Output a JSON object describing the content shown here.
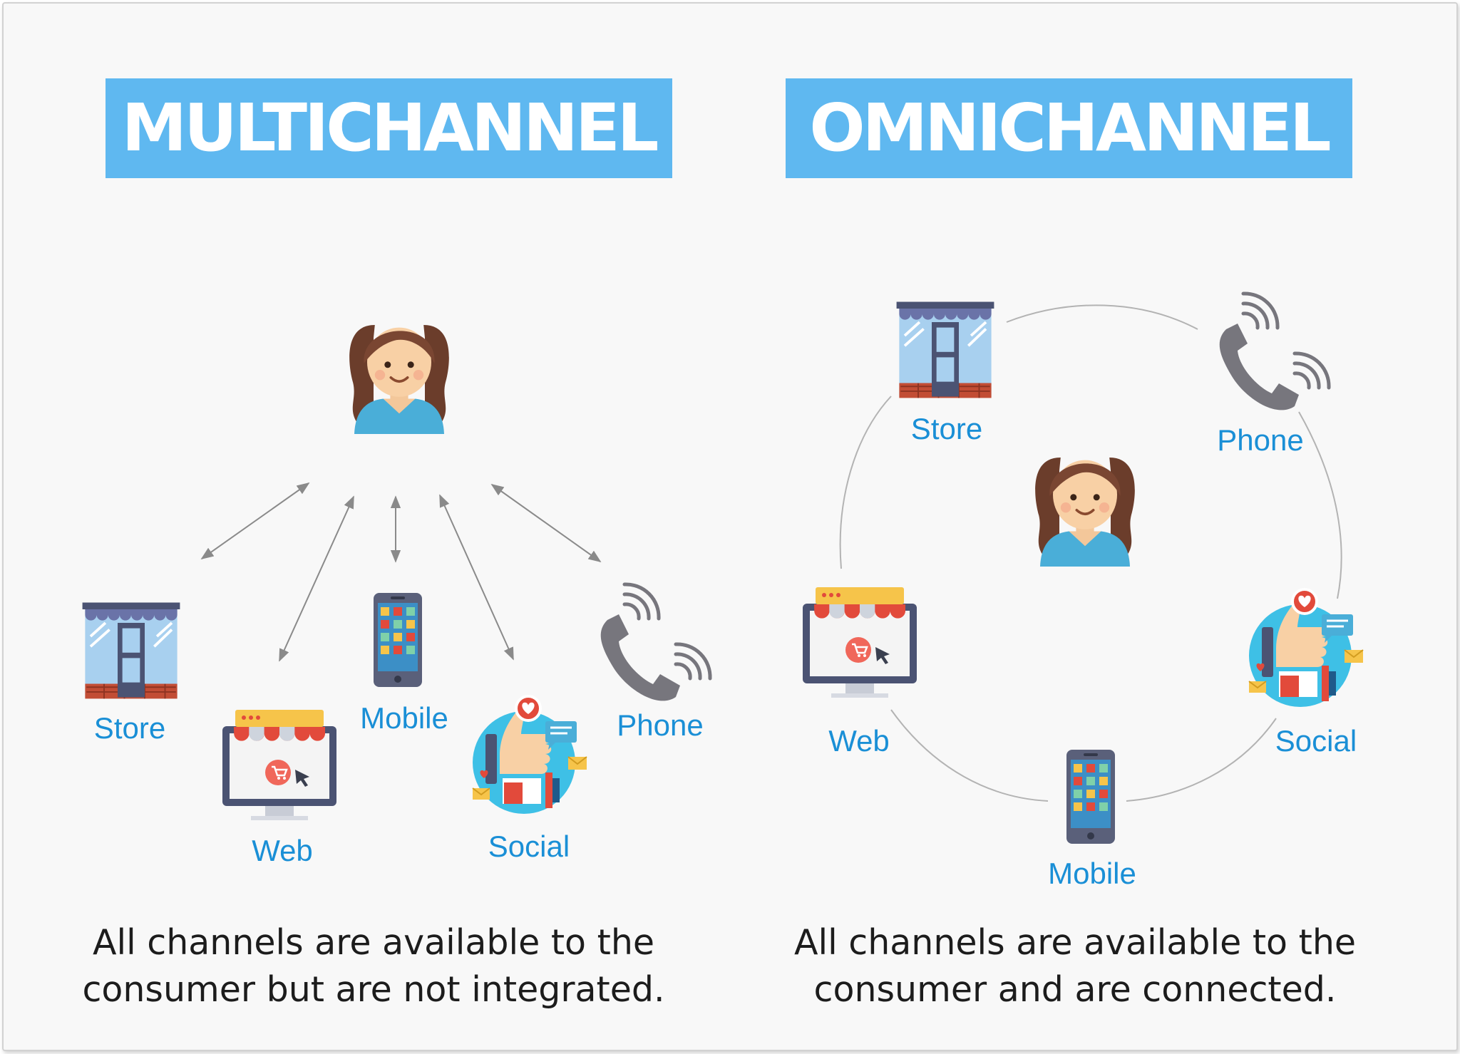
{
  "multichannel": {
    "title": "MULTICHANNEL",
    "labels": {
      "store": "Store",
      "web": "Web",
      "mobile": "Mobile",
      "social": "Social",
      "phone": "Phone"
    },
    "caption": "All channels are available to the consumer but are not integrated."
  },
  "omnichannel": {
    "title": "OMNICHANNEL",
    "labels": {
      "store": "Store",
      "web": "Web",
      "mobile": "Mobile",
      "social": "Social",
      "phone": "Phone"
    },
    "caption": "All channels are available to the consumer and are connected."
  },
  "colors": {
    "banner": "#5fb8f0",
    "label": "#1a8fd6",
    "arrow": "#8a8a8a",
    "circle": "#b3b3b3"
  },
  "icons": [
    "consumer-avatar-icon",
    "store-icon",
    "web-icon",
    "mobile-icon",
    "social-icon",
    "phone-icon"
  ]
}
